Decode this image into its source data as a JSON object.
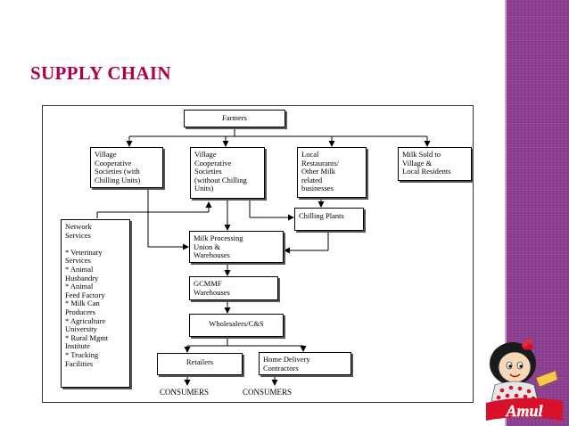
{
  "slide": {
    "title": "SUPPLY CHAIN",
    "accent_color": "#b0004a",
    "sidebar_color": "#8d3f8f"
  },
  "diagram": {
    "nodes": {
      "farmers": "Farmers",
      "village_chilling": "Village\nCooperative\nSocieties (with\nChilling Units)",
      "village_no_chilling": "Village\nCooperative\nSocieties\n(without Chilling\nUnits)",
      "local_restaurants": "Local\nRestaurants/\nOther Milk\nrelated\nbusinesses",
      "milk_sold": "Milk Sold to\nVillage &\nLocal Residents",
      "chilling_plants": "Chilling Plants",
      "network_services": "Network\nServices\n\n* Veterinary\n Services\n* Animal\nHusbandry\n* Animal\nFeed Factory\n* Milk Can\nProducers\n* Agriculture\nUniversity\n* Rural Mgmt\nInstitute\n* Trucking\nFacilities",
      "milk_processing": "Milk Processing\nUnion &\nWarehouses",
      "gcmmf": "GCMMF\nWarehouses",
      "wholesalers": "Wholesalers/C&S",
      "retailers": "Retailers",
      "home_delivery": "Home Delivery\nContractors"
    },
    "consumers_left": "CONSUMERS",
    "consumers_right": "CONSUMERS"
  },
  "logo": {
    "text": "Amul"
  }
}
